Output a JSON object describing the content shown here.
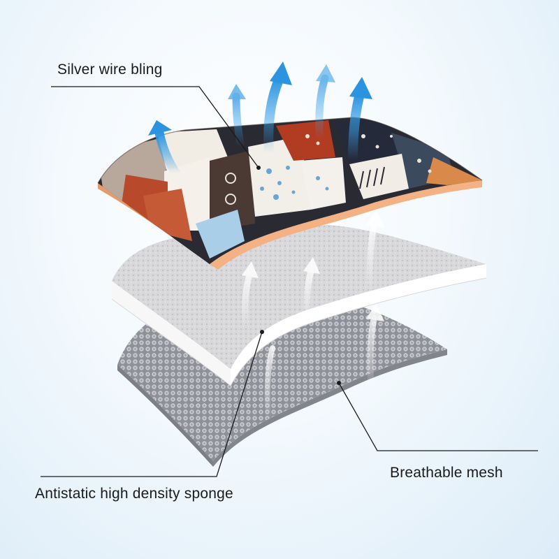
{
  "labels": {
    "top_layer": "Silver wire bling",
    "middle_layer": "Antistatic high density sponge",
    "bottom_layer": "Breathable mesh"
  },
  "colors": {
    "background": "#e4f1fa",
    "airflow_arrow": "#3aa0e6",
    "fabric_edge": "#f0a878",
    "sponge": "#f4f4f4",
    "mesh": "#9a9ca3"
  },
  "icons": {
    "airflow": "arrow-up-icon"
  }
}
